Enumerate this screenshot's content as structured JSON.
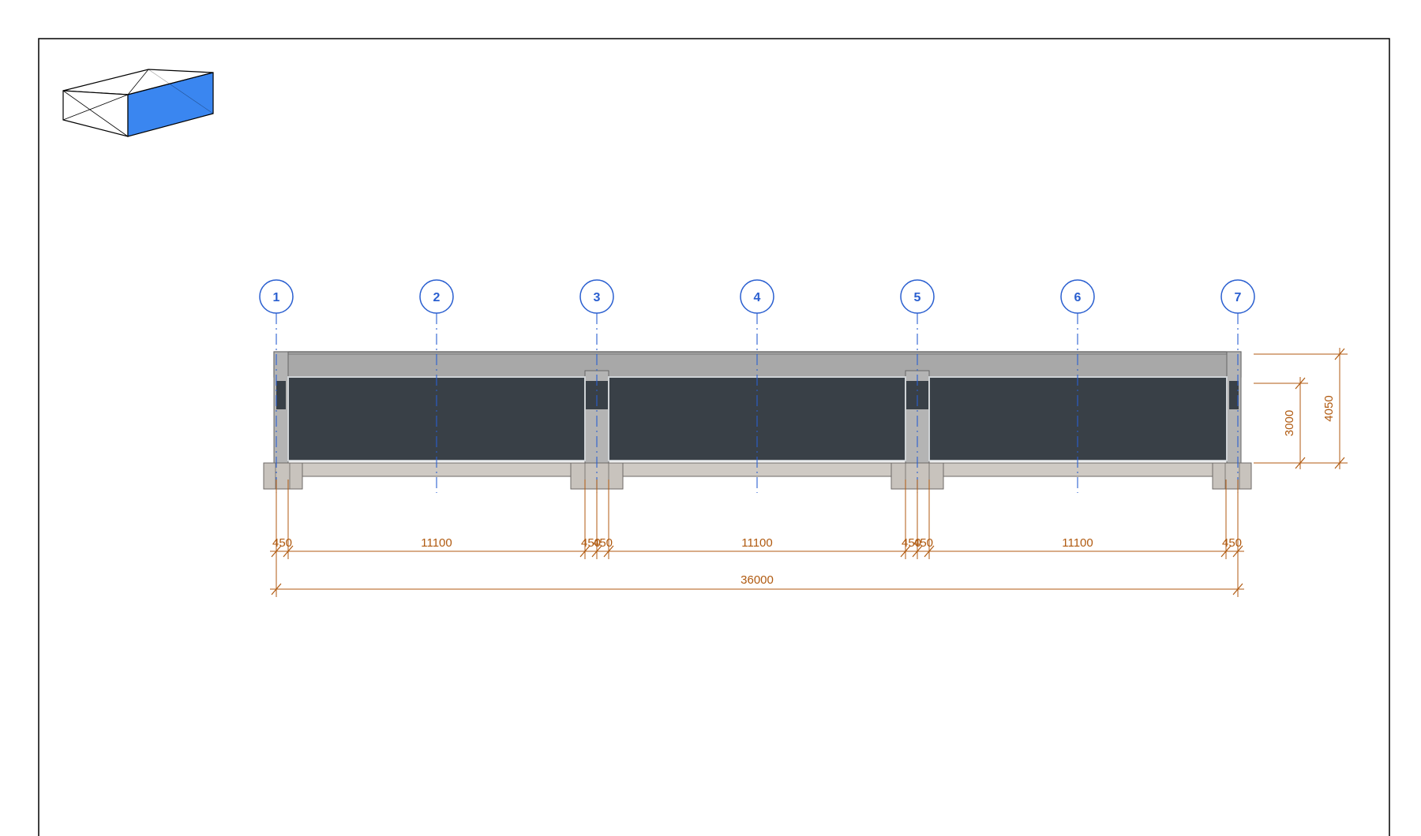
{
  "view_cube": {
    "highlighted_face_color": "#3a86f0",
    "edge_color": "#000000"
  },
  "grid_lines": [
    {
      "label": "1"
    },
    {
      "label": "2"
    },
    {
      "label": "3"
    },
    {
      "label": "4"
    },
    {
      "label": "5"
    },
    {
      "label": "6"
    },
    {
      "label": "7"
    }
  ],
  "dimensions": {
    "chain": [
      "450",
      "11100",
      "450",
      "450",
      "11100",
      "450",
      "450",
      "11100",
      "450"
    ],
    "overall": "36000",
    "vertical_inner": "3000",
    "vertical_outer": "4050"
  },
  "colors": {
    "grid_blue": "#2a5fd0",
    "dimension_orange": "#b05a10",
    "beam_gray": "#a8a8a8",
    "panel_dark": "#394047",
    "footing_gray": "#c8c3bd"
  }
}
